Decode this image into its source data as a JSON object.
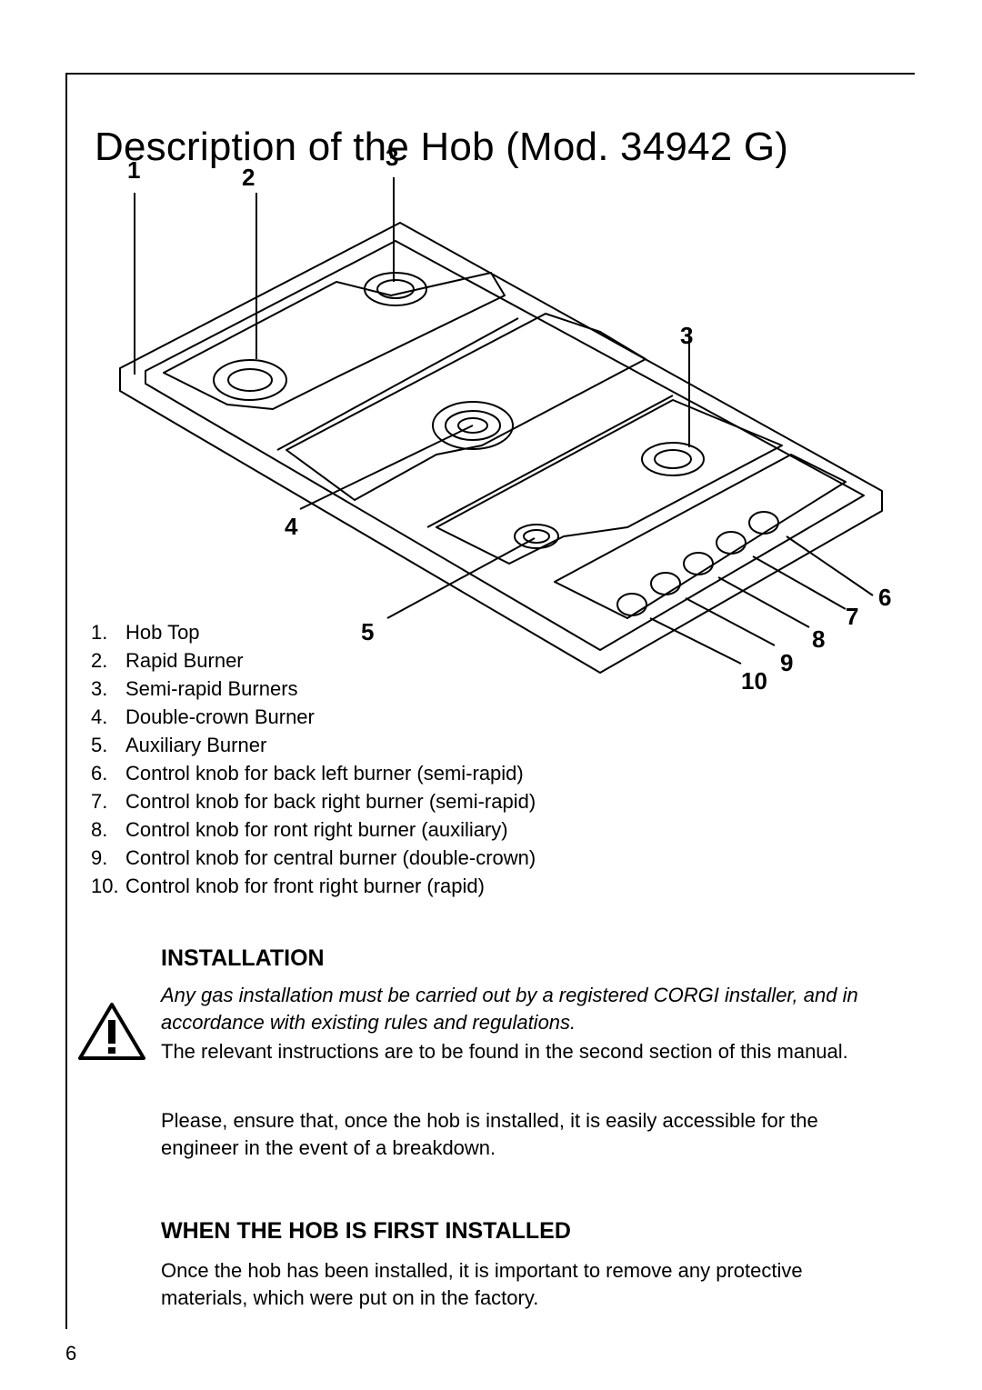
{
  "title": "Description of the Hob (Mod. 34942 G)",
  "callouts": [
    "1",
    "2",
    "3",
    "3",
    "4",
    "5",
    "6",
    "7",
    "8",
    "9",
    "10"
  ],
  "legend": [
    {
      "num": "1.",
      "text": "Hob Top"
    },
    {
      "num": "2.",
      "text": "Rapid Burner"
    },
    {
      "num": "3.",
      "text": "Semi-rapid Burners"
    },
    {
      "num": "4.",
      "text": "Double-crown Burner"
    },
    {
      "num": "5.",
      "text": "Auxiliary Burner"
    },
    {
      "num": "6.",
      "text": "Control knob for back left burner (semi-rapid)"
    },
    {
      "num": "7.",
      "text": "Control knob for back right burner (semi-rapid)"
    },
    {
      "num": "8.",
      "text": "Control knob for ront right burner (auxiliary)"
    },
    {
      "num": "9.",
      "text": "Control knob for central burner (double-crown)"
    },
    {
      "num": "10.",
      "text": "Control knob for front right burner (rapid)"
    }
  ],
  "installation": {
    "heading": "INSTALLATION",
    "warning": "Any gas installation must be carried out by a registered CORGI installer, and in accordance with existing rules and regulations.",
    "para1": "The relevant instructions are to be found in the second section of this manual.",
    "para2": "Please, ensure that, once the hob is installed, it is easily accessible for the engineer in the event of a breakdown."
  },
  "first_installed": {
    "heading": "WHEN THE HOB IS FIRST INSTALLED",
    "para": "Once the hob has been installed, it is important to remove any protective materials, which were put on in the factory."
  },
  "page_number": "6"
}
